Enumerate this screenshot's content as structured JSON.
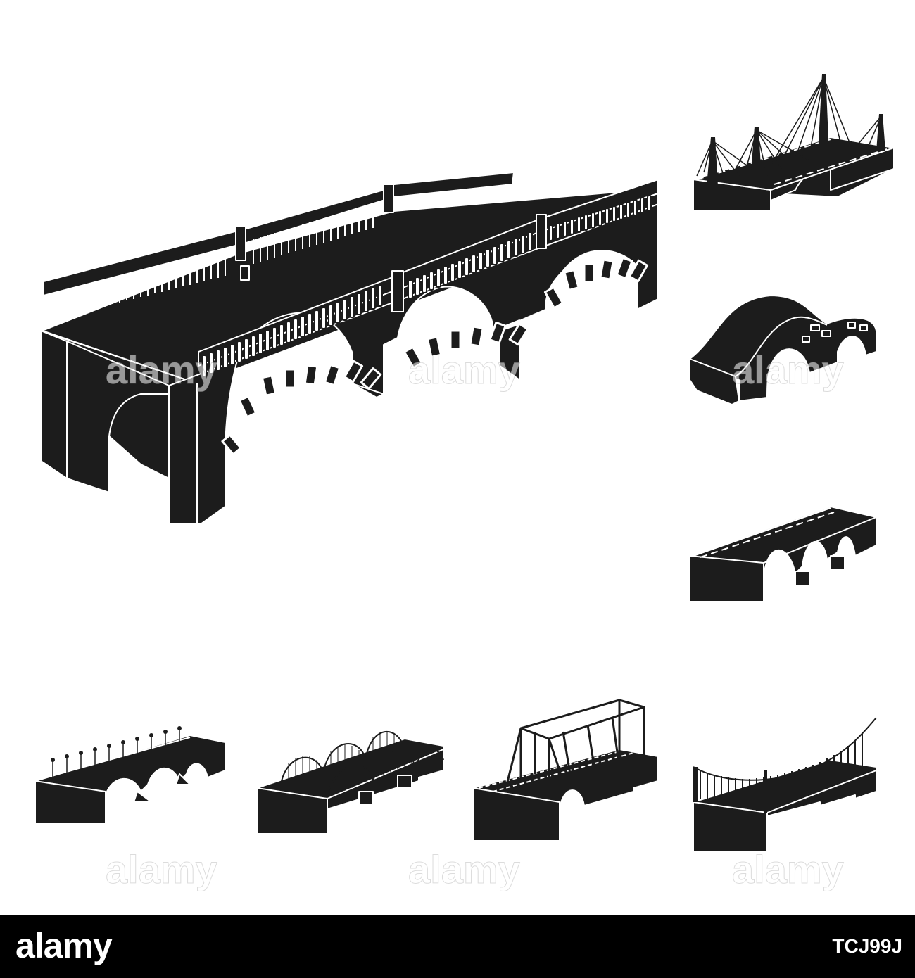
{
  "watermark": {
    "brand": "alamy"
  },
  "icons": [
    {
      "name": "stone-arch-bridge-large-icon"
    },
    {
      "name": "cable-stayed-bridge-icon"
    },
    {
      "name": "humpback-arch-bridge-icon"
    },
    {
      "name": "road-arch-bridge-icon"
    },
    {
      "name": "lamp-arch-bridge-icon"
    },
    {
      "name": "bowstring-arch-bridge-icon"
    },
    {
      "name": "truss-rail-bridge-icon"
    },
    {
      "name": "suspension-bridge-icon"
    }
  ],
  "footer": {
    "logo_text": "alamy",
    "image_id": "TCJ99J"
  },
  "colors": {
    "silhouette": "#1c1c1c",
    "background": "#ffffff",
    "footer_bg": "#000000",
    "footer_text": "#ffffff"
  }
}
